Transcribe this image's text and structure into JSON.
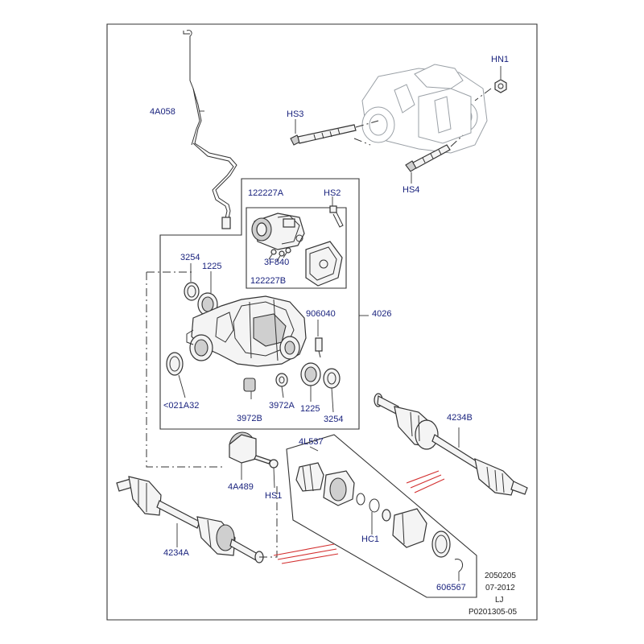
{
  "callouts": {
    "hn1": "HN1",
    "hs3": "HS3",
    "hs4": "HS4",
    "a4a058": "4A058",
    "c122227a": "122227A",
    "hs2": "HS2",
    "c3254_top": "3254",
    "c1225_top": "1225",
    "c3f840": "3F840",
    "c122227b": "122227B",
    "c906040": "906040",
    "c4026": "4026",
    "c021a32": "<021A32",
    "c3972b": "3972B",
    "c3972a": "3972A",
    "c1225_bottom": "1225",
    "c3254_bottom": "3254",
    "c4234b": "4234B",
    "c4l537": "4L537",
    "c4a489": "4A489",
    "hs1": "HS1",
    "c4234a": "4234A",
    "hc1": "HC1",
    "c606567": "606567"
  },
  "stamp": {
    "code": "2050205",
    "date": "07-2012",
    "initials": "LJ",
    "reference": "P0201305-05"
  },
  "colors": {
    "callout_text": "#1a237e",
    "line": "#333333",
    "accent_red": "#d32f2f",
    "background": "#ffffff"
  }
}
